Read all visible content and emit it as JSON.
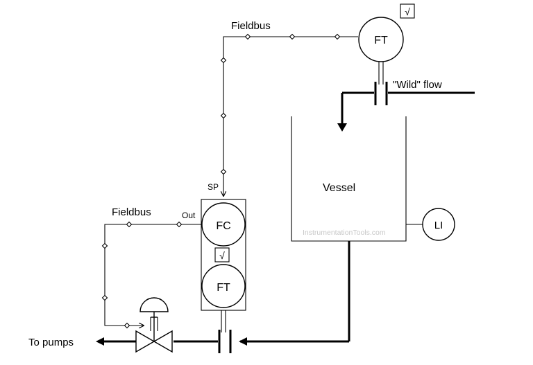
{
  "labels": {
    "fieldbus_top": "Fieldbus",
    "fieldbus_left": "Fieldbus",
    "wild_flow": "\"Wild\" flow",
    "vessel": "Vessel",
    "sp": "SP",
    "out": "Out",
    "to_pumps": "To pumps",
    "watermark": "InstrumentationTools.com"
  },
  "instruments": {
    "ft_top": {
      "tag": "FT",
      "function": "√"
    },
    "fc": {
      "tag": "FC"
    },
    "ft_bottom": {
      "tag": "FT",
      "function": "√"
    },
    "li": {
      "tag": "LI"
    }
  }
}
